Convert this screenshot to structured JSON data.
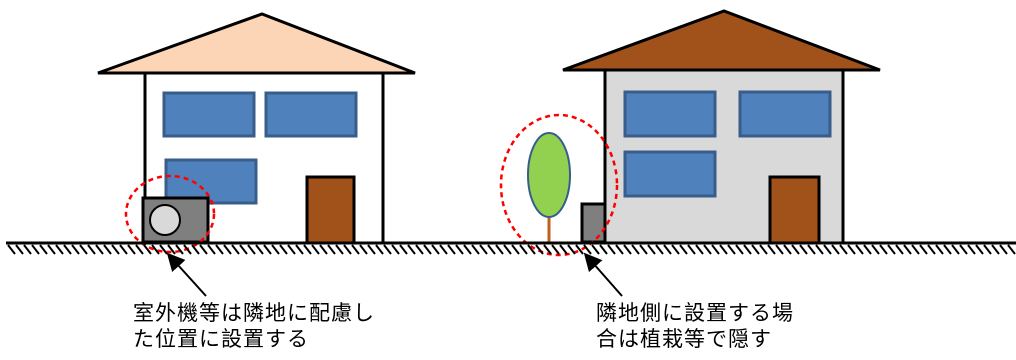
{
  "captions": {
    "left": {
      "line1": "室外機等は隣地に配慮し",
      "line2": "た位置に設置する"
    },
    "right": {
      "line1": "隣地側に設置する場",
      "line2": "合は植栽等で隠す"
    }
  },
  "colors": {
    "left_roof": "#fbd5b5",
    "right_roof": "#a0521a",
    "left_wall": "#ffffff",
    "right_wall": "#d9d9d9",
    "window_fill": "#4f81bd",
    "window_stroke": "#385d8a",
    "door": "#a0521a",
    "outdoor_unit": "#7f7f7f",
    "tree_crown": "#92d050",
    "tree_trunk": "#c0601a",
    "highlight_circle": "#ff0000"
  },
  "icons": {
    "ground": "hatched-ground-line",
    "left_unit": "air-conditioner-outdoor-unit-icon",
    "right_unit": "small-outdoor-unit-icon",
    "tree": "tree-icon",
    "arrows": "pointer-arrow-icon"
  }
}
